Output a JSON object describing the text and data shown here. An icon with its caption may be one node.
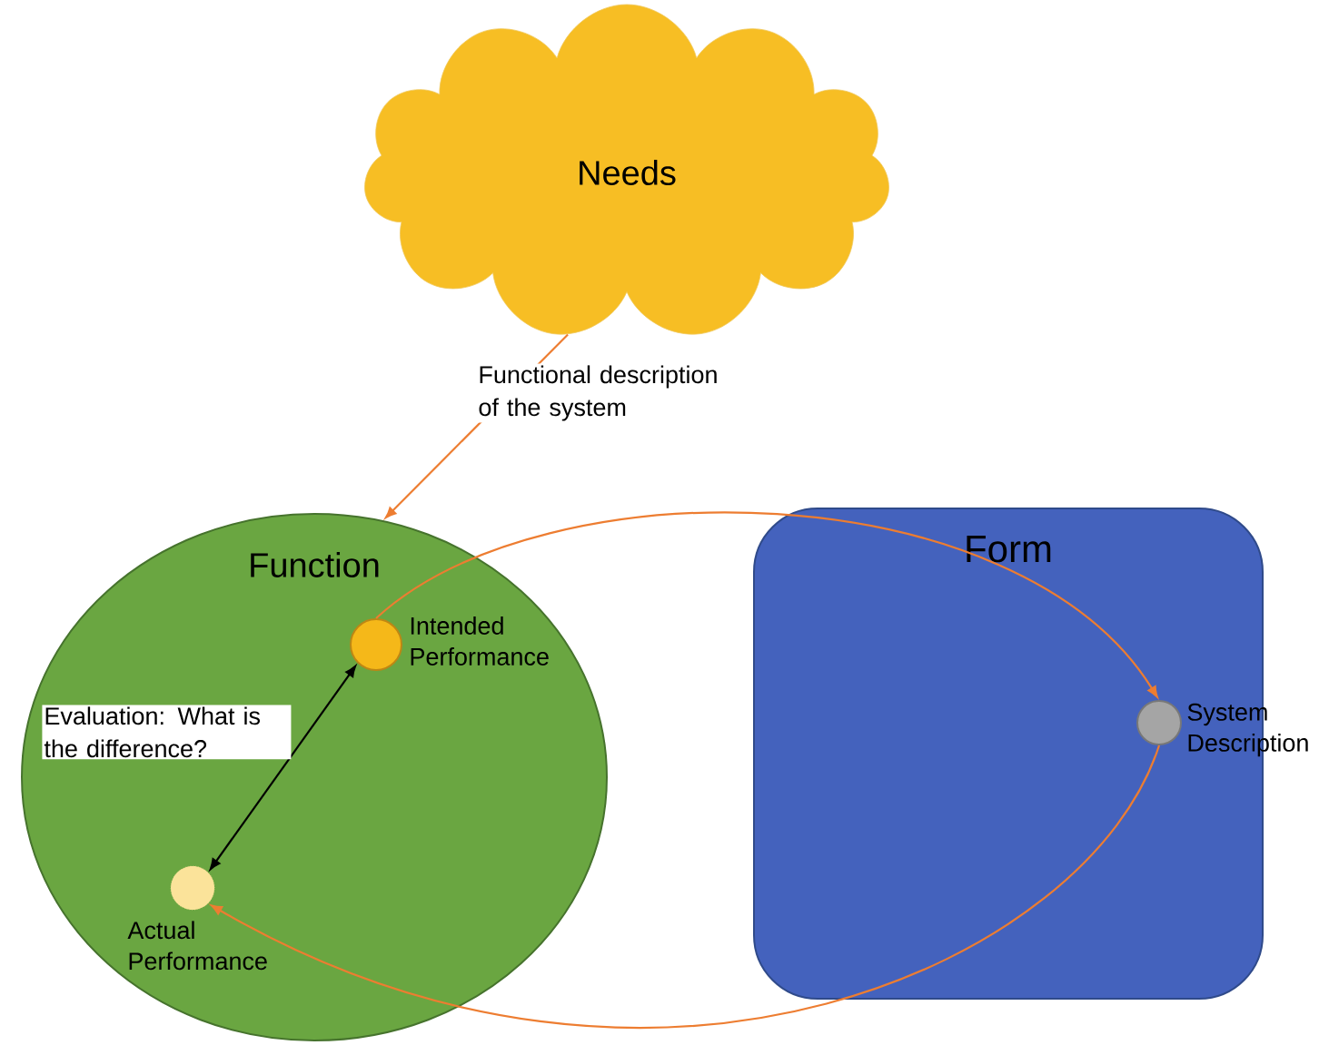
{
  "diagram": {
    "nodes": [
      {
        "text": [
          "Needs"
        ]
      },
      {
        "text": [
          "Function"
        ]
      },
      {
        "text": [],
        "shape": "circle",
        "in": 1,
        "beside": [
          "Intended Performance"
        ]
      },
      {
        "text": [],
        "shape": "circle",
        "in": 1,
        "beside": [
          "Actual Performance"
        ]
      },
      {
        "text": [
          "Form"
        ]
      },
      {
        "text": [],
        "shape": "circle",
        "in": 4,
        "beside": [
          "System Description"
        ]
      }
    ],
    "edges": [
      {
        "from": 0,
        "to": 1,
        "arrow": "to",
        "label": "Functional description of the system"
      },
      {
        "from": 2,
        "to": 5,
        "arrow": "to"
      },
      {
        "from": 5,
        "to": 3,
        "arrow": "to"
      },
      {
        "from": 2,
        "to": 3,
        "arrow": "both",
        "color": "#000000",
        "label": "Evaluation: What is the difference?"
      }
    ]
  }
}
